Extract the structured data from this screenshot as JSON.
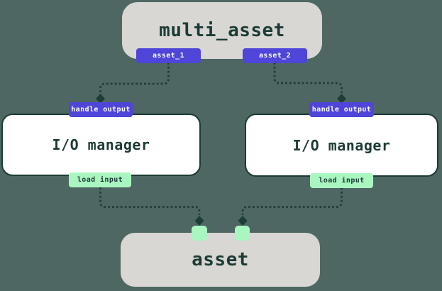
{
  "nodes": {
    "multi_asset": {
      "label": "multi_asset",
      "outputs": [
        {
          "label": "asset_1"
        },
        {
          "label": "asset_2"
        }
      ]
    },
    "io_manager_left": {
      "label": "I/O manager",
      "handle_output": "handle output",
      "load_input": "load input"
    },
    "io_manager_right": {
      "label": "I/O manager",
      "handle_output": "handle output",
      "load_input": "load input"
    },
    "asset": {
      "label": "asset"
    }
  },
  "edges": [
    {
      "from": "multi_asset.asset_1",
      "to": "io_manager_left.handle_output",
      "style": "dashed"
    },
    {
      "from": "multi_asset.asset_2",
      "to": "io_manager_right.handle_output",
      "style": "dashed"
    },
    {
      "from": "io_manager_left.load_input",
      "to": "asset.input_port_left",
      "style": "dashed"
    },
    {
      "from": "io_manager_right.load_input",
      "to": "asset.input_port_right",
      "style": "dashed"
    }
  ],
  "colors": {
    "background": "#4E6763",
    "node_gray": "#D8D7D3",
    "node_white": "#FFFFFF",
    "purple": "#4F45D8",
    "green": "#A9F6C0",
    "dark_green": "#1C3B35",
    "arrow": "#1F3D37"
  }
}
